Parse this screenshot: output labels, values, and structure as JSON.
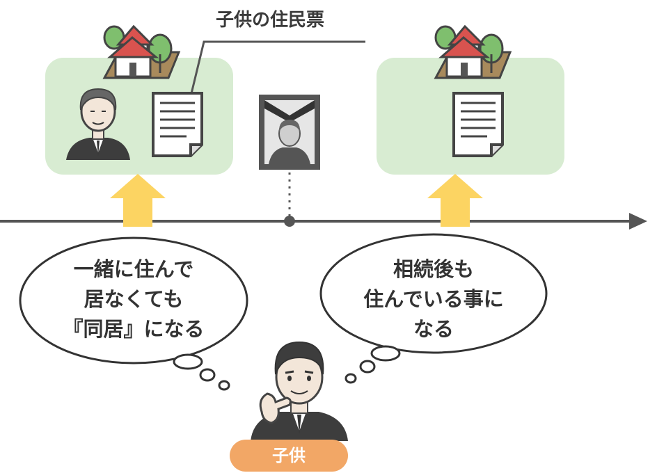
{
  "labels": {
    "document_callout": "子供の住民票",
    "child_badge": "子供"
  },
  "bubbles": {
    "left": [
      "一緒に住んで",
      "居なくても",
      "『同居』になる"
    ],
    "right": [
      "相続後も",
      "住んでいる事に",
      "なる"
    ]
  },
  "colors": {
    "panel_green": "#d8ecd2",
    "arrow_yellow": "#fcd462",
    "badge_orange": "#f2a766",
    "roof_red": "#d9534f",
    "timeline_gray": "#555555"
  },
  "icons": [
    "house-icon",
    "father-icon",
    "document-icon",
    "memorial-portrait-icon",
    "child-thinking-icon"
  ]
}
